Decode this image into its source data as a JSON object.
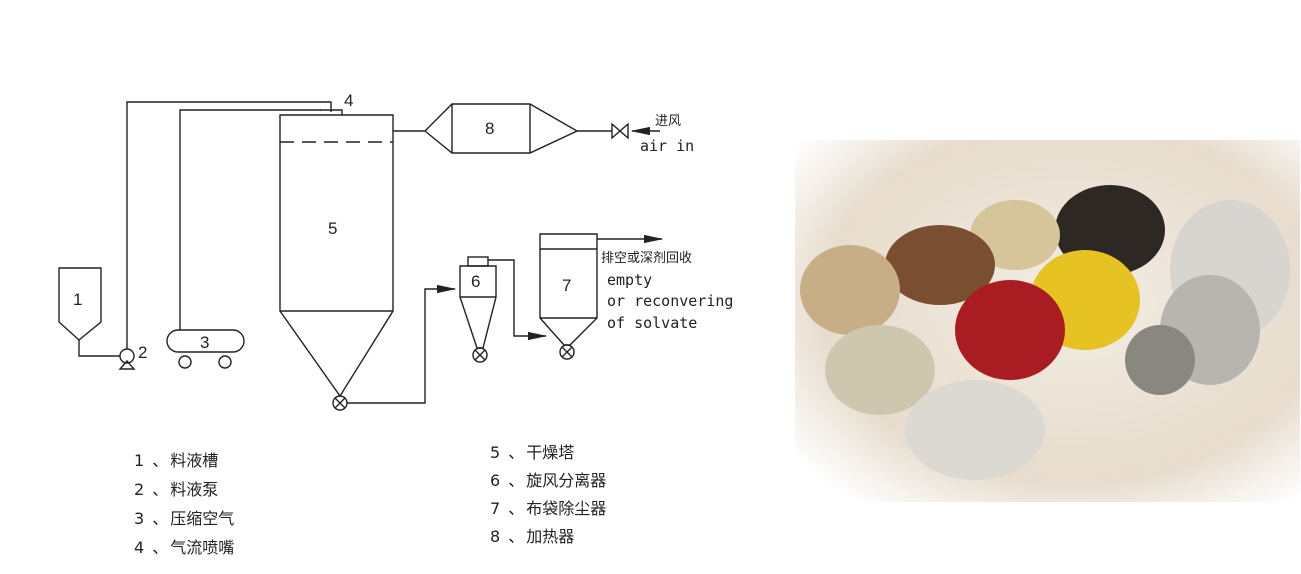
{
  "diagram": {
    "units": [
      {
        "id": "1"
      },
      {
        "id": "2"
      },
      {
        "id": "3"
      },
      {
        "id": "4"
      },
      {
        "id": "5"
      },
      {
        "id": "6"
      },
      {
        "id": "7"
      },
      {
        "id": "8"
      }
    ],
    "air_in_cn": "进风",
    "air_in_en": "air in",
    "exhaust_cn": "排空或深剂回收",
    "exhaust_en_1": "empty",
    "exhaust_en_2": "or reconvering",
    "exhaust_en_3": "of solvate"
  },
  "legend": [
    {
      "num": "1",
      "sep": "、",
      "text": "料液槽"
    },
    {
      "num": "2",
      "sep": "、",
      "text": "料液泵"
    },
    {
      "num": "3",
      "sep": "、",
      "text": "压缩空气"
    },
    {
      "num": "4",
      "sep": "、",
      "text": "气流喷嘴"
    },
    {
      "num": "5",
      "sep": "、",
      "text": "干燥塔"
    },
    {
      "num": "6",
      "sep": "、",
      "text": "旋风分离器"
    },
    {
      "num": "7",
      "sep": "、",
      "text": "布袋除尘器"
    },
    {
      "num": "8",
      "sep": "、",
      "text": "加热器"
    }
  ],
  "photo": {
    "subject": "colored-powder-piles",
    "colors": [
      "#c8a882",
      "#7a4a2a",
      "#2a2420",
      "#e8c020",
      "#a01820",
      "#d8d0c0",
      "#b0aca8",
      "#d6c49a"
    ]
  }
}
